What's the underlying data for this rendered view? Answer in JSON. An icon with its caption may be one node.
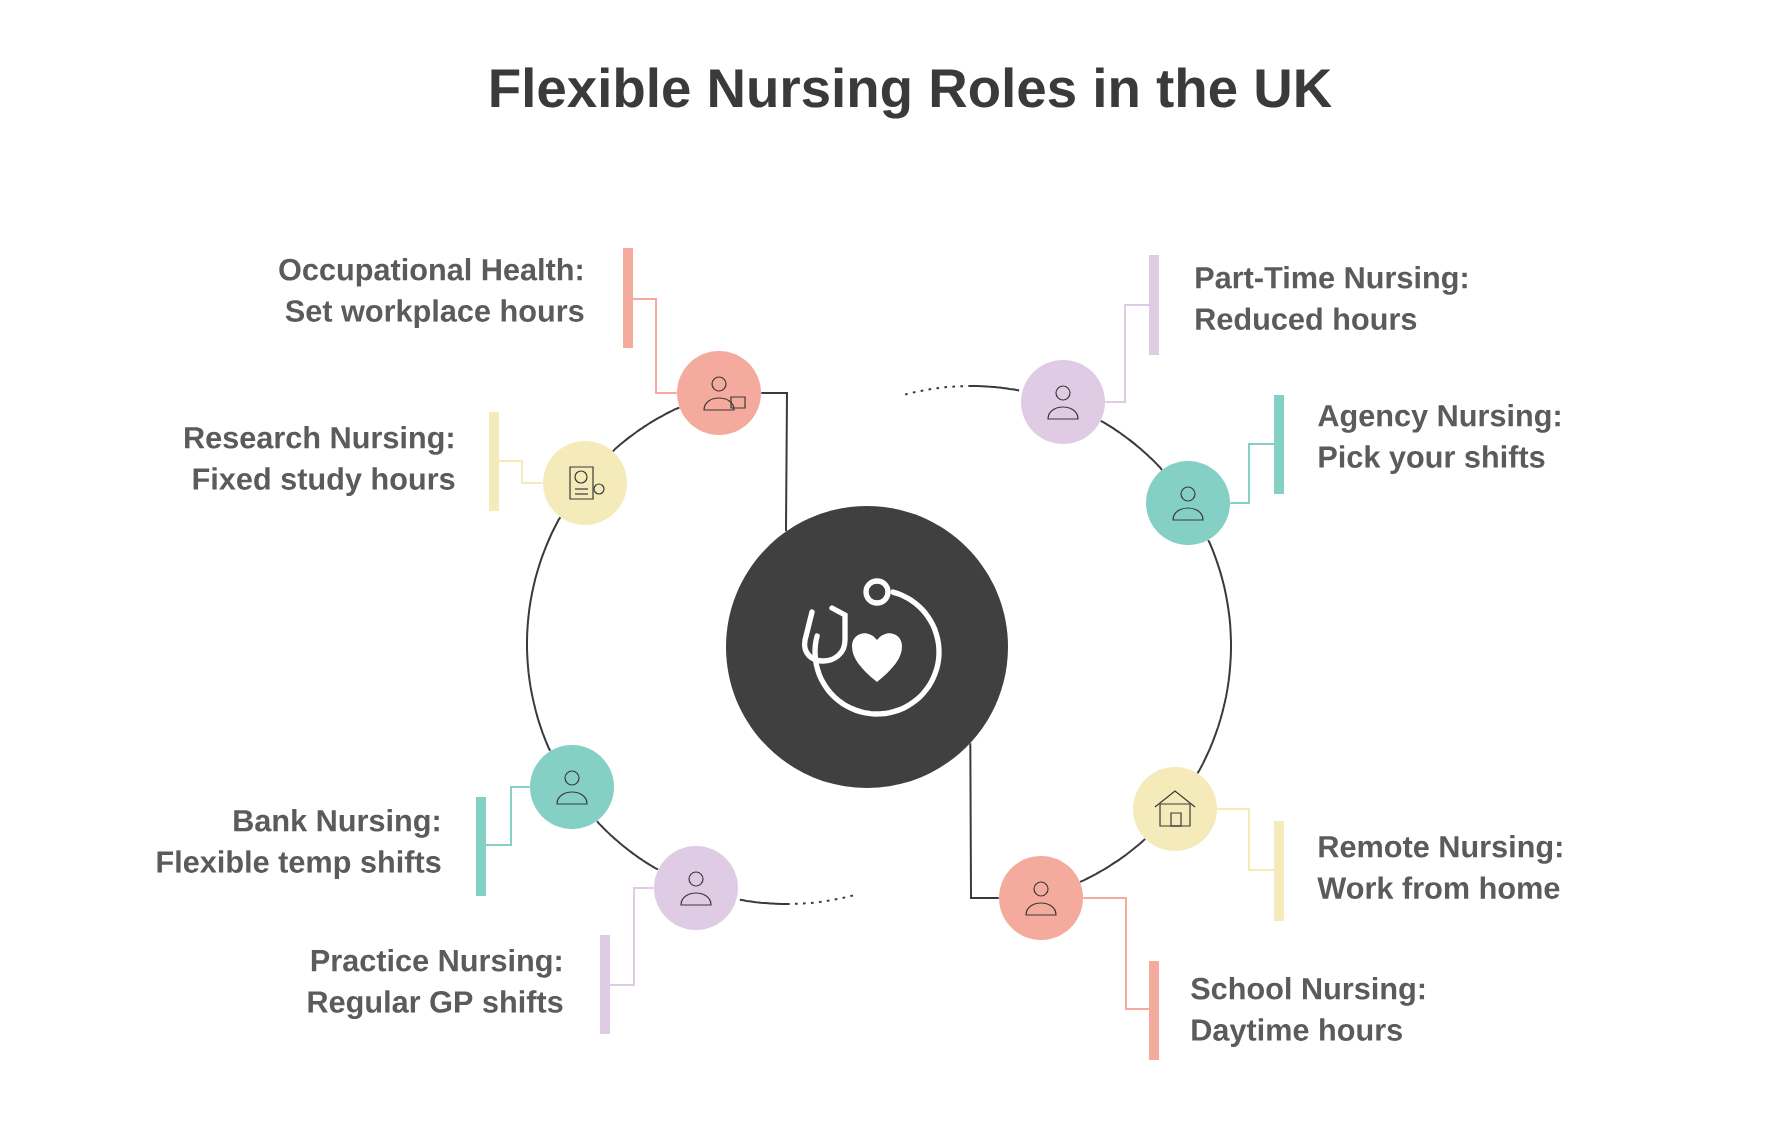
{
  "diagram": {
    "title": "Flexible Nursing Roles in the UK",
    "nodes": [
      {
        "text": [],
        "shape": "circle"
      },
      {
        "text": [
          "Occupational Health:",
          "Set workplace hours"
        ]
      },
      {
        "text": [
          "Part-Time Nursing:",
          "Reduced hours"
        ]
      },
      {
        "text": [
          "Research Nursing:",
          "Fixed study hours"
        ]
      },
      {
        "text": [
          "Agency Nursing:",
          "Pick your shifts"
        ]
      },
      {
        "text": [
          "Bank Nursing:",
          "Flexible temp shifts"
        ]
      },
      {
        "text": [
          "Remote Nursing:",
          "Work from home"
        ]
      },
      {
        "text": [
          "Practice Nursing:",
          "Regular GP shifts"
        ]
      },
      {
        "text": [
          "School Nursing:",
          "Daytime hours"
        ]
      },
      {
        "text": [],
        "shape": "circle"
      },
      {
        "text": [],
        "shape": "circle"
      },
      {
        "text": [],
        "shape": "circle"
      },
      {
        "text": [],
        "shape": "circle"
      },
      {
        "text": [],
        "shape": "circle"
      },
      {
        "text": [],
        "shape": "circle"
      },
      {
        "text": [],
        "shape": "circle"
      },
      {
        "text": [],
        "shape": "circle"
      }
    ],
    "edges": [
      {
        "from": 1,
        "to": 9,
        "arrow": "none",
        "color": "#f4aa9c"
      },
      {
        "from": 2,
        "to": 10,
        "arrow": "none",
        "color": "#dfcbe3"
      },
      {
        "from": 3,
        "to": 11,
        "arrow": "none",
        "color": "#f5eab9"
      },
      {
        "from": 4,
        "to": 12,
        "arrow": "none",
        "color": "#84d0c5"
      },
      {
        "from": 5,
        "to": 13,
        "arrow": "none",
        "color": "#84d0c5"
      },
      {
        "from": 6,
        "to": 14,
        "arrow": "none",
        "color": "#f5eab9"
      },
      {
        "from": 7,
        "to": 15,
        "arrow": "none",
        "color": "#dfcbe3"
      },
      {
        "from": 8,
        "to": 16,
        "arrow": "none",
        "color": "#f4aa9c"
      },
      {
        "from": 0,
        "to": 9,
        "arrow": "none"
      },
      {
        "from": 0,
        "to": 16,
        "arrow": "none"
      },
      {
        "from": 9,
        "to": 11,
        "arrow": "none"
      },
      {
        "from": 11,
        "to": 13,
        "arrow": "none"
      },
      {
        "from": 13,
        "to": 15,
        "arrow": "none"
      },
      {
        "from": 10,
        "to": 12,
        "arrow": "none"
      },
      {
        "from": 12,
        "to": 14,
        "arrow": "none"
      },
      {
        "from": 14,
        "to": 16,
        "arrow": "none"
      }
    ]
  }
}
